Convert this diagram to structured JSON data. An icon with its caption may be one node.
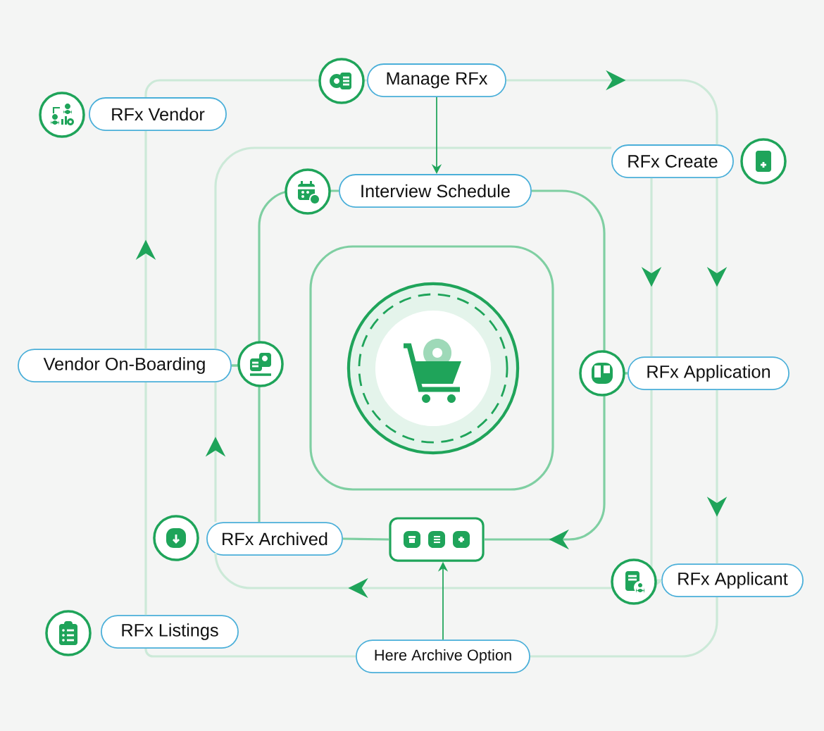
{
  "diagram": {
    "nodes": [
      {
        "text": [
          "Manage RFx"
        ]
      },
      {
        "text": [
          "RFx Vendor"
        ]
      },
      {
        "text": [
          "Interview Schedule"
        ]
      },
      {
        "text": [
          "RFx Create"
        ]
      },
      {
        "text": [
          "Vendor On-Boarding"
        ]
      },
      {
        "text": [
          "RFx Application"
        ]
      },
      {
        "text": [
          "RFx Archived"
        ]
      },
      {
        "text": [
          "RFx Applicant"
        ]
      },
      {
        "text": [
          "RFx Listings"
        ]
      },
      {
        "text": [
          "Here Archive Option"
        ]
      },
      {
        "text": [],
        "shape": "circle"
      },
      {
        "text": [],
        "shape": "box"
      }
    ],
    "edges": [
      {
        "from": 0,
        "to": 3,
        "arrow": "to"
      },
      {
        "from": 3,
        "to": 5,
        "arrow": "to"
      },
      {
        "from": 5,
        "to": 7,
        "arrow": "to"
      },
      {
        "from": 7,
        "to": 9,
        "arrow": "none"
      },
      {
        "from": 9,
        "to": 8,
        "arrow": "none"
      },
      {
        "from": 8,
        "to": 4,
        "arrow": "none"
      },
      {
        "from": 4,
        "to": 1,
        "arrow": "to"
      },
      {
        "from": 1,
        "to": 0,
        "arrow": "none"
      },
      {
        "from": 4,
        "to": 3,
        "arrow": "none"
      },
      {
        "from": 3,
        "to": 5,
        "arrow": "to"
      },
      {
        "from": 5,
        "to": 7,
        "arrow": "none"
      },
      {
        "from": 7,
        "to": 6,
        "arrow": "to"
      },
      {
        "from": 6,
        "to": 4,
        "arrow": "to"
      },
      {
        "from": 2,
        "to": 5,
        "arrow": "none",
        "color": "#7fcfa2"
      },
      {
        "from": 5,
        "to": 11,
        "arrow": "to",
        "color": "#7fcfa2"
      },
      {
        "from": 11,
        "to": 6,
        "arrow": "none",
        "color": "#7fcfa2"
      },
      {
        "from": 6,
        "to": 4,
        "arrow": "none",
        "color": "#7fcfa2"
      },
      {
        "from": 4,
        "to": 2,
        "arrow": "none",
        "color": "#7fcfa2"
      },
      {
        "from": 0,
        "to": 2,
        "arrow": "to",
        "color": "#1fa45a"
      },
      {
        "from": 9,
        "to": 11,
        "arrow": "to",
        "color": "#1fa45a"
      }
    ]
  }
}
